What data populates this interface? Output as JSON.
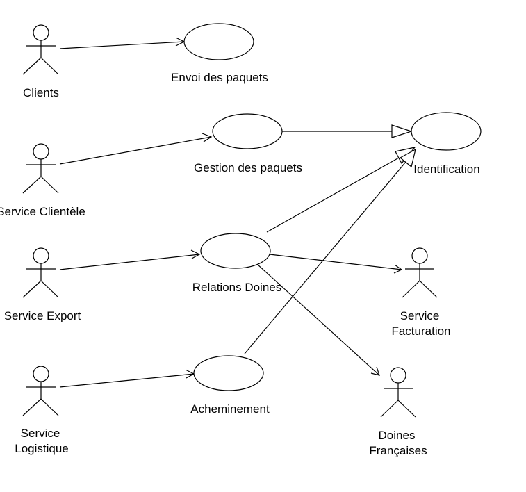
{
  "diagram": {
    "type": "use-case",
    "actors": {
      "clients": "Clients",
      "service_clientele": "Service Clientèle",
      "service_export": "Service Export",
      "service_logistique": [
        "Service",
        "Logistique"
      ],
      "service_facturation": [
        "Service",
        "Facturation"
      ],
      "doines_francaises": [
        "Doines",
        "Françaises"
      ]
    },
    "use_cases": {
      "envoi_des_paquets": "Envoi des paquets",
      "gestion_des_paquets": "Gestion des paquets",
      "identification": "Identification",
      "relations_doines": "Relations Doines",
      "acheminement": "Acheminement"
    },
    "relations": [
      {
        "from": "Clients",
        "to": "Envoi des paquets",
        "kind": "association"
      },
      {
        "from": "Service Clientèle",
        "to": "Gestion des paquets",
        "kind": "association"
      },
      {
        "from": "Service Export",
        "to": "Relations Doines",
        "kind": "association"
      },
      {
        "from": "Service Logistique",
        "to": "Acheminement",
        "kind": "association"
      },
      {
        "from": "Relations Doines",
        "to": "Service Facturation",
        "kind": "association"
      },
      {
        "from": "Relations Doines",
        "to": "Doines Françaises",
        "kind": "association"
      },
      {
        "from": "Gestion des paquets",
        "to": "Identification",
        "kind": "generalization"
      },
      {
        "from": "Relations Doines",
        "to": "Identification",
        "kind": "generalization"
      },
      {
        "from": "Acheminement",
        "to": "Identification",
        "kind": "generalization"
      }
    ]
  }
}
